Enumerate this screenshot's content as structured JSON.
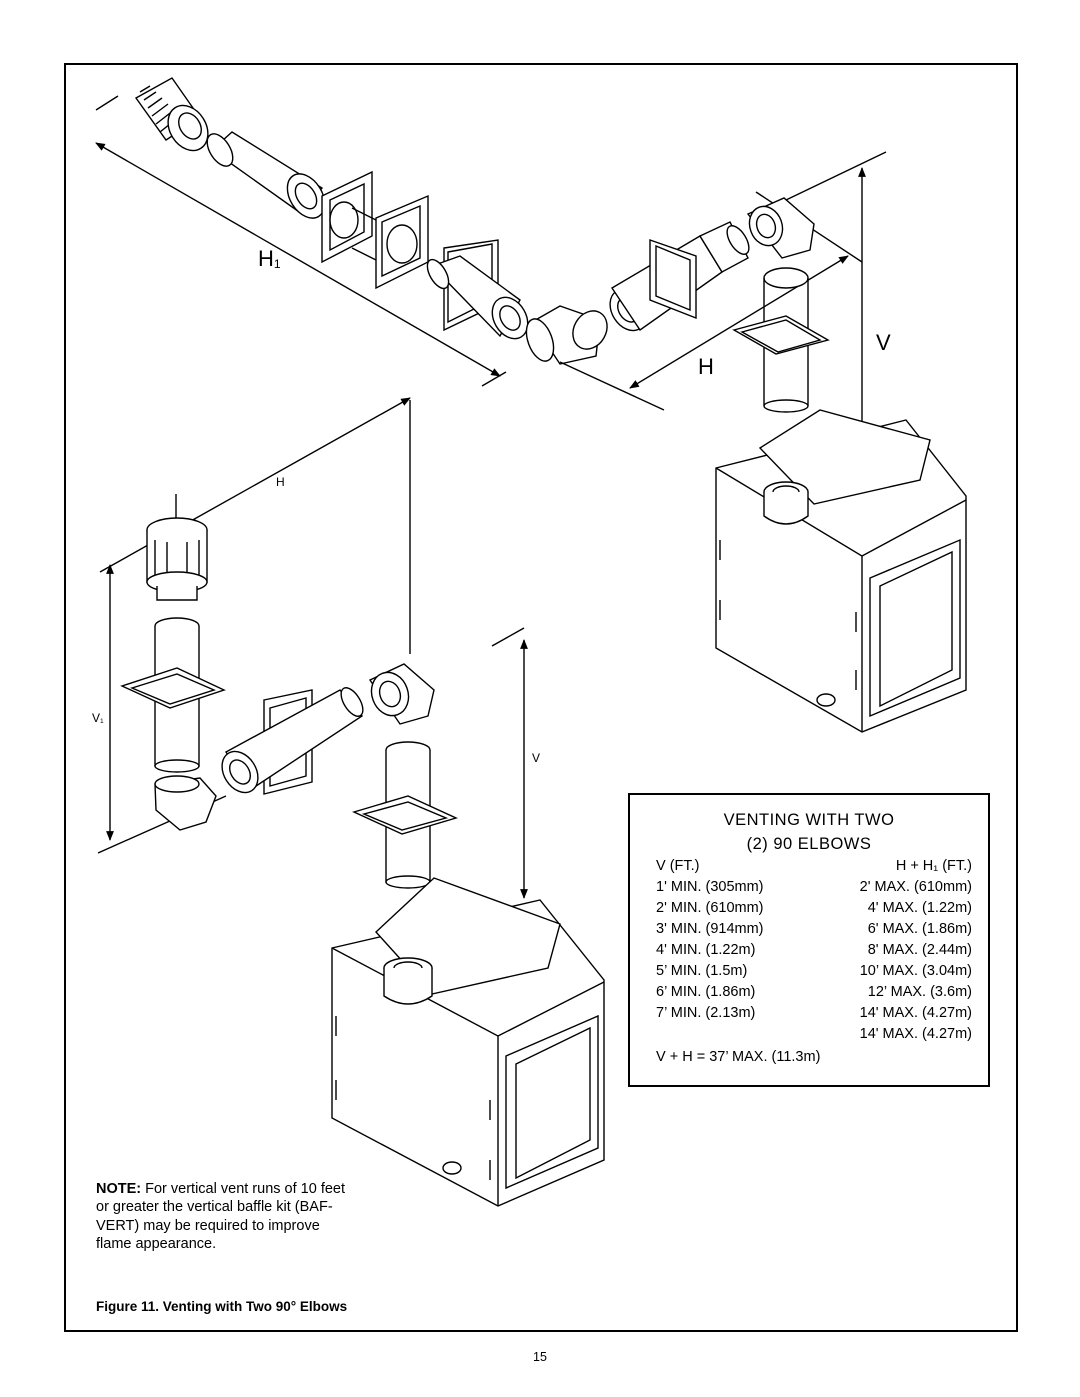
{
  "diagram": {
    "labels": {
      "h1_top": "H",
      "h1_top_sub": "1",
      "h_top": "H",
      "v_top": "V",
      "h_small": "H",
      "v1_small": "V",
      "v1_small_sub": "1",
      "v_small": "V"
    }
  },
  "table": {
    "title_line1": "VENTING WITH TWO",
    "title_line2": "(2) 90  ELBOWS",
    "header_left": "V (FT.)",
    "header_right": "H + H₁ (FT.)",
    "rows": [
      {
        "v": "1' MIN. (305mm)",
        "h": "2' MAX. (610mm)"
      },
      {
        "v": "2' MIN. (610mm)",
        "h": "4' MAX. (1.22m)"
      },
      {
        "v": "3' MIN. (914mm)",
        "h": "6' MAX. (1.86m)"
      },
      {
        "v": "4' MIN. (1.22m)",
        "h": "8' MAX. (2.44m)"
      },
      {
        "v": "5’ MIN. (1.5m)",
        "h": "10’ MAX. (3.04m)"
      },
      {
        "v": "6’ MIN. (1.86m)",
        "h": "12’ MAX. (3.6m)"
      },
      {
        "v": "7’ MIN. (2.13m)",
        "h": "14' MAX. (4.27m)"
      },
      {
        "v": "",
        "h": "14' MAX. (4.27m)"
      }
    ],
    "footer": "V + H = 37’ MAX. (11.3m)"
  },
  "note": {
    "label": "NOTE:",
    "text": " For vertical vent runs of 10 feet or greater  the vertical baffle kit (BAF-VERT) may be required to improve flame appearance."
  },
  "caption": "Figure 11.  Venting with Two 90° Elbows",
  "page_number": "15"
}
